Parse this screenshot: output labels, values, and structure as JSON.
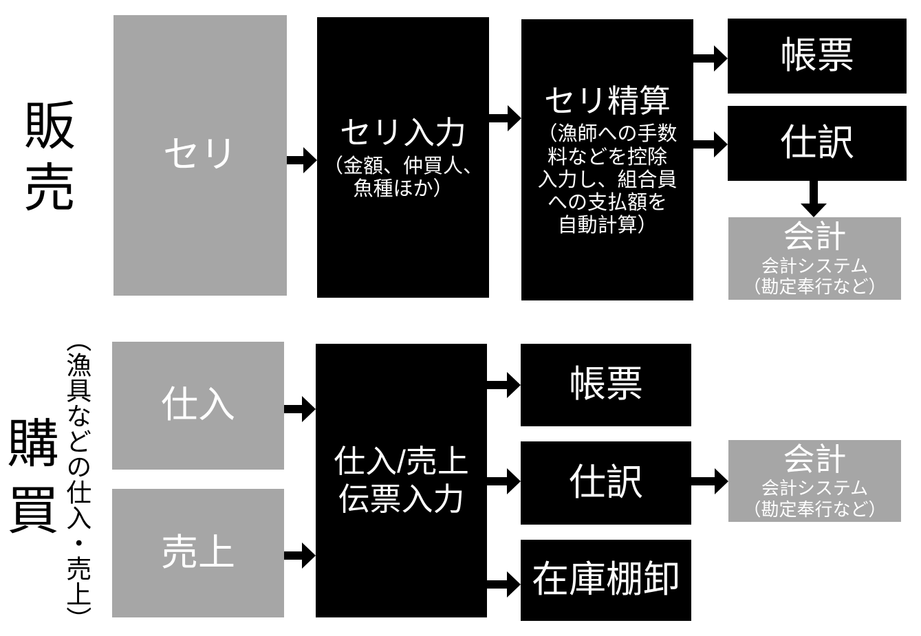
{
  "diagram": {
    "sales": {
      "section_label": "販\n売",
      "seri_source": "セリ",
      "seri_input": {
        "title": "セリ入力",
        "note": "（金額、仲買人、\n魚種ほか）"
      },
      "seri_settlement": {
        "title": "セリ精算",
        "note": "（漁師への手数\n料などを控除\n入力し、組合員\nへの支払額を\n自動計算）"
      },
      "report": "帳票",
      "journal": "仕訳",
      "accounting": {
        "title": "会計",
        "note": "会計システム\n（勘定奉行など）"
      }
    },
    "purchase": {
      "section_label": "購\n買",
      "section_note": "（漁具などの仕入・売上）",
      "purchase_source": "仕入",
      "sales_source": "売上",
      "voucher_input": {
        "title": "仕入/売上\n伝票入力"
      },
      "report": "帳票",
      "journal": "仕訳",
      "inventory": "在庫棚卸",
      "accounting": {
        "title": "会計",
        "note": "会計システム\n（勘定奉行など）"
      }
    },
    "colors": {
      "box_dark": "#000000",
      "box_gray": "#a6a6a6",
      "text_on_box": "#ffffff",
      "text_label": "#000000",
      "background": "#ffffff"
    }
  }
}
